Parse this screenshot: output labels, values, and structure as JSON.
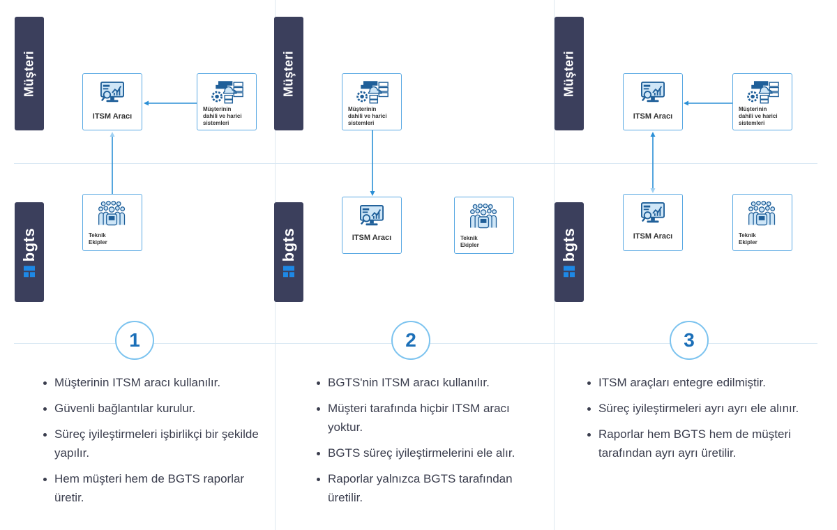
{
  "colors": {
    "sidebar": "#3b3f5c",
    "accent": "#1e88e5",
    "connector": "#2b8fd6",
    "box_border": "#5aa9e3"
  },
  "labels": {
    "customer": "Müşteri",
    "provider": "bgts"
  },
  "panels": [
    {
      "number": "1",
      "top_boxes": [
        {
          "label": "ITSM Aracı",
          "icon": "monitor-chart-icon"
        },
        {
          "label": "Müşterinin\ndahili ve harici\nsistemleri",
          "icon": "server-cloud-icon"
        }
      ],
      "bottom_boxes": [
        {
          "label": "Teknik\nEkipler",
          "icon": "team-icon"
        }
      ],
      "bullets": [
        "Müşterinin ITSM aracı kullanılır.",
        "Güvenli bağlantılar kurulur.",
        "Süreç iyileştirmeleri işbirlikçi bir şekilde yapılır.",
        "Hem müşteri hem de BGTS raporlar üretir."
      ]
    },
    {
      "number": "2",
      "top_boxes": [
        {
          "label": "Müşterinin\ndahili ve harici\nsistemleri",
          "icon": "server-cloud-icon"
        }
      ],
      "bottom_boxes": [
        {
          "label": "ITSM Aracı",
          "icon": "monitor-chart-icon"
        },
        {
          "label": "Teknik\nEkipler",
          "icon": "team-icon"
        }
      ],
      "bullets": [
        "BGTS'nin ITSM aracı kullanılır.",
        "Müşteri tarafında hiçbir ITSM aracı yoktur.",
        "BGTS süreç iyileştirmelerini ele alır.",
        "Raporlar yalnızca BGTS tarafından üretilir."
      ]
    },
    {
      "number": "3",
      "top_boxes": [
        {
          "label": "ITSM Aracı",
          "icon": "monitor-chart-icon"
        },
        {
          "label": "Müşterinin\ndahili ve harici\nsistemleri",
          "icon": "server-cloud-icon"
        }
      ],
      "bottom_boxes": [
        {
          "label": "ITSM Aracı",
          "icon": "monitor-chart-icon"
        },
        {
          "label": "Teknik\nEkipler",
          "icon": "team-icon"
        }
      ],
      "bullets": [
        "ITSM araçları entegre edilmiştir.",
        "Süreç iyileştirmeleri ayrı ayrı ele alınır.",
        "Raporlar hem BGTS hem de müşteri tarafından ayrı ayrı üretilir."
      ]
    }
  ]
}
